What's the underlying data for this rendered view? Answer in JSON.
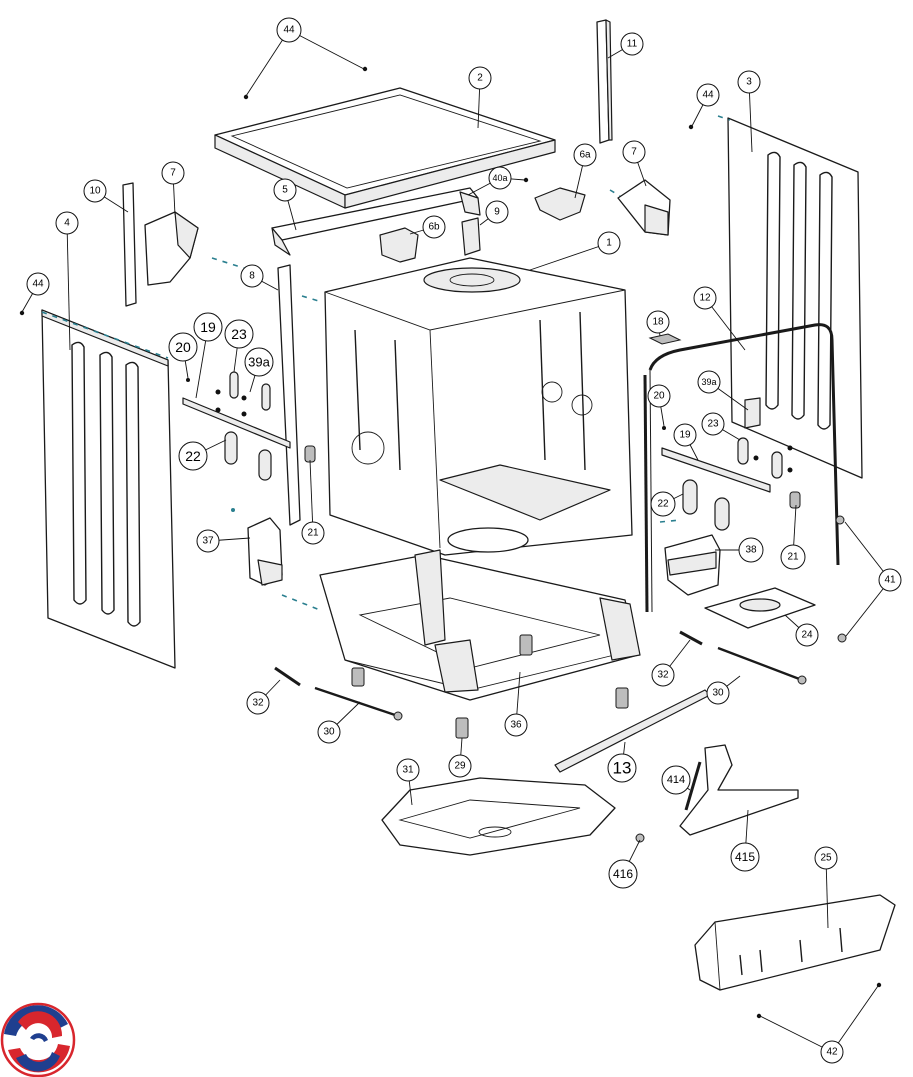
{
  "diagram": {
    "callouts": [
      {
        "id": "c-44-top",
        "label": "44"
      },
      {
        "id": "c-11",
        "label": "11"
      },
      {
        "id": "c-2",
        "label": "2"
      },
      {
        "id": "c-3",
        "label": "3"
      },
      {
        "id": "c-44-right",
        "label": "44"
      },
      {
        "id": "c-6a",
        "label": "6a"
      },
      {
        "id": "c-7-right",
        "label": "7"
      },
      {
        "id": "c-7-left",
        "label": "7"
      },
      {
        "id": "c-10",
        "label": "10"
      },
      {
        "id": "c-5",
        "label": "5"
      },
      {
        "id": "c-40a",
        "label": "40a"
      },
      {
        "id": "c-6b",
        "label": "6b"
      },
      {
        "id": "c-9",
        "label": "9"
      },
      {
        "id": "c-1",
        "label": "1"
      },
      {
        "id": "c-4",
        "label": "4"
      },
      {
        "id": "c-8",
        "label": "8"
      },
      {
        "id": "c-44-left",
        "label": "44"
      },
      {
        "id": "c-12",
        "label": "12"
      },
      {
        "id": "c-18",
        "label": "18"
      },
      {
        "id": "c-20-left",
        "label": "20"
      },
      {
        "id": "c-19-left",
        "label": "19"
      },
      {
        "id": "c-23-left",
        "label": "23"
      },
      {
        "id": "c-39a-left",
        "label": "39a"
      },
      {
        "id": "c-39a-right",
        "label": "39a"
      },
      {
        "id": "c-20-right",
        "label": "20"
      },
      {
        "id": "c-23-right",
        "label": "23"
      },
      {
        "id": "c-19-right",
        "label": "19"
      },
      {
        "id": "c-22-left",
        "label": "22"
      },
      {
        "id": "c-22-right",
        "label": "22"
      },
      {
        "id": "c-21-left",
        "label": "21"
      },
      {
        "id": "c-21-right",
        "label": "21"
      },
      {
        "id": "c-37",
        "label": "37"
      },
      {
        "id": "c-38",
        "label": "38"
      },
      {
        "id": "c-41",
        "label": "41"
      },
      {
        "id": "c-24",
        "label": "24"
      },
      {
        "id": "c-32-right",
        "label": "32"
      },
      {
        "id": "c-30-right",
        "label": "30"
      },
      {
        "id": "c-32-left",
        "label": "32"
      },
      {
        "id": "c-30-left",
        "label": "30"
      },
      {
        "id": "c-36",
        "label": "36"
      },
      {
        "id": "c-29",
        "label": "29"
      },
      {
        "id": "c-13",
        "label": "13"
      },
      {
        "id": "c-414",
        "label": "414"
      },
      {
        "id": "c-31",
        "label": "31"
      },
      {
        "id": "c-415",
        "label": "415"
      },
      {
        "id": "c-416",
        "label": "416"
      },
      {
        "id": "c-25",
        "label": "25"
      },
      {
        "id": "c-42",
        "label": "42"
      }
    ]
  },
  "colors": {
    "line": "#1a1a1a",
    "accent_dash": "#2a7f8f",
    "logo_red": "#d8262d",
    "logo_blue": "#1f3f8f"
  },
  "logo": {
    "icon": "brand-swirl-logo"
  }
}
